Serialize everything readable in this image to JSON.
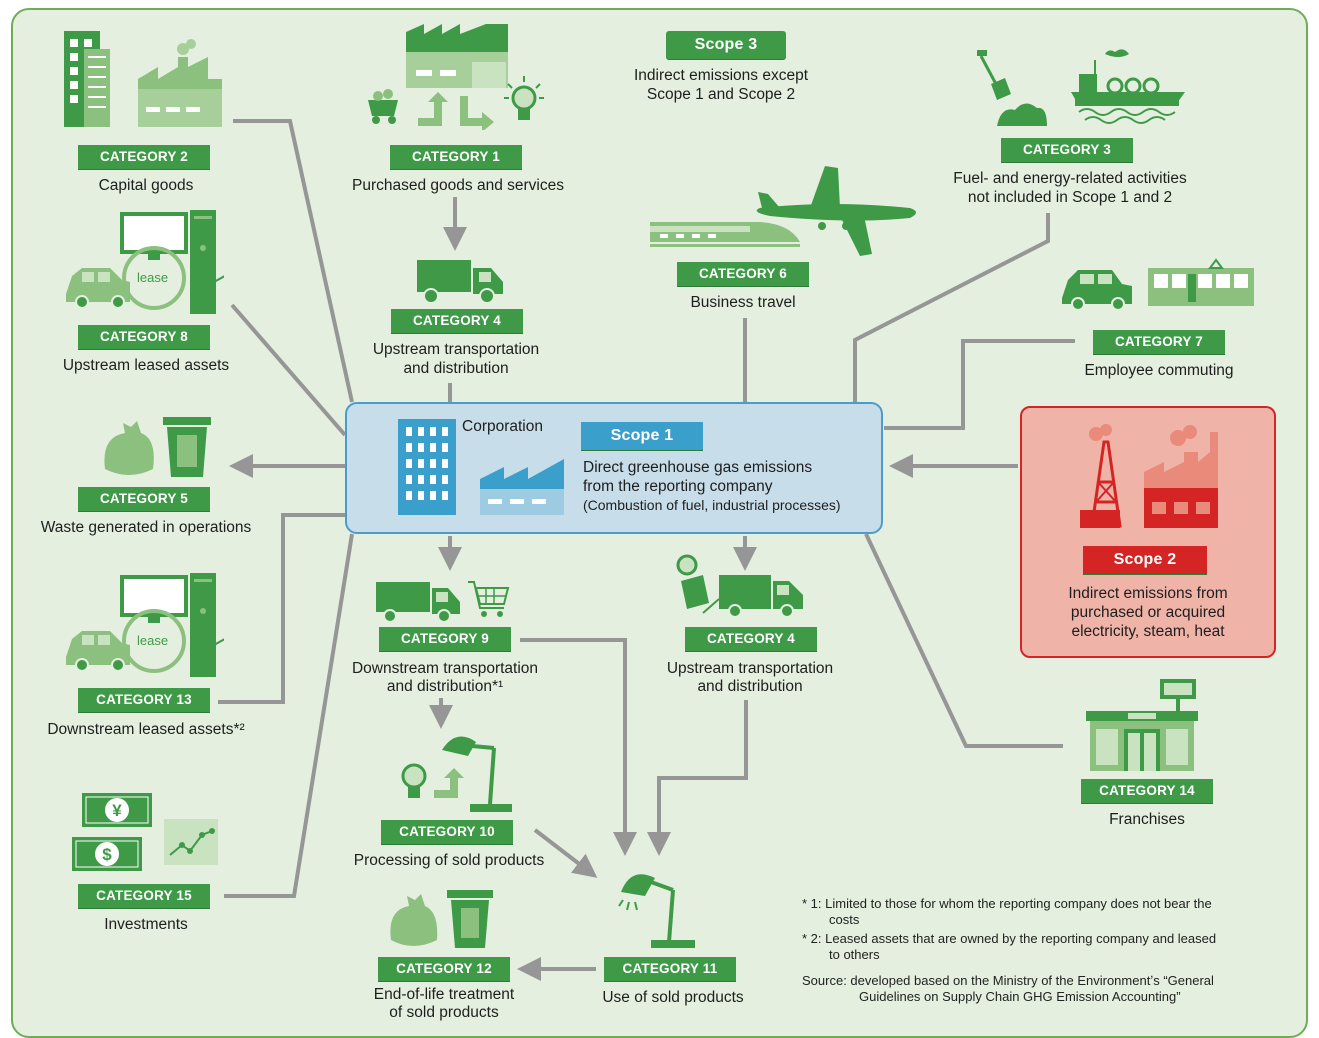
{
  "colors": {
    "green": "#3f9a48",
    "light_green": "#8cc07e",
    "blue": "#3a9fca",
    "red": "#d42424",
    "gray_line": "#969696"
  },
  "scope3": {
    "badge": "Scope 3",
    "desc1": "Indirect emissions except",
    "desc2": "Scope 1 and Scope 2"
  },
  "scope1": {
    "corporation": "Corporation",
    "badge": "Scope 1",
    "desc1": "Direct greenhouse gas emissions",
    "desc2": "from the reporting company",
    "desc3": "(Combustion of fuel, industrial processes)"
  },
  "scope2": {
    "badge": "Scope 2",
    "desc1": "Indirect emissions from",
    "desc2": "purchased or acquired",
    "desc3": "electricity, steam, heat"
  },
  "categories": {
    "c1": {
      "badge": "CATEGORY 1",
      "l1": "Purchased goods and services"
    },
    "c2": {
      "badge": "CATEGORY 2",
      "l1": "Capital goods"
    },
    "c3": {
      "badge": "CATEGORY 3",
      "l1": "Fuel- and energy-related activities",
      "l2": "not included in Scope 1 and 2"
    },
    "c4a": {
      "badge": "CATEGORY 4",
      "l1": "Upstream transportation",
      "l2": "and distribution"
    },
    "c4b": {
      "badge": "CATEGORY 4",
      "l1": "Upstream transportation",
      "l2": "and distribution"
    },
    "c5": {
      "badge": "CATEGORY 5",
      "l1": "Waste generated in operations"
    },
    "c6": {
      "badge": "CATEGORY 6",
      "l1": "Business travel"
    },
    "c7": {
      "badge": "CATEGORY 7",
      "l1": "Employee commuting"
    },
    "c8": {
      "badge": "CATEGORY 8",
      "l1": "Upstream leased assets"
    },
    "c9": {
      "badge": "CATEGORY 9",
      "l1": "Downstream transportation",
      "l2": "and distribution*¹"
    },
    "c10": {
      "badge": "CATEGORY 10",
      "l1": "Processing of sold products"
    },
    "c11": {
      "badge": "CATEGORY 11",
      "l1": "Use of sold products"
    },
    "c12": {
      "badge": "CATEGORY 12",
      "l1": "End-of-life treatment",
      "l2": "of sold products"
    },
    "c13": {
      "badge": "CATEGORY 13",
      "l1": "Downstream leased assets*²"
    },
    "c14": {
      "badge": "CATEGORY 14",
      "l1": "Franchises"
    },
    "c15": {
      "badge": "CATEGORY 15",
      "l1": "Investments"
    }
  },
  "lease_text": "lease",
  "currency": {
    "yen": "¥",
    "dollar": "$"
  },
  "notes": {
    "n1a": "* 1: Limited to those for whom the reporting company does not bear the",
    "n1b": "costs",
    "n2a": "* 2: Leased assets that are owned by the reporting company and leased",
    "n2b": "to others",
    "srca": "Source: developed based on the Ministry of the Environmentʼs “General",
    "srcb": "Guidelines on Supply Chain GHG Emission Accounting”"
  }
}
